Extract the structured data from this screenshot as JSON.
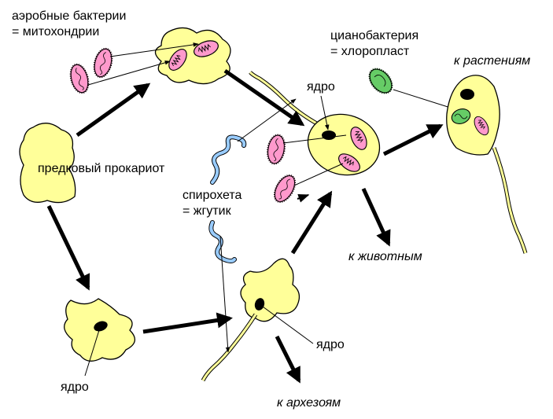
{
  "labels": {
    "aerobic_line1": "аэробные бактерии",
    "aerobic_line2": "= митохондрии",
    "cyano_line1": "цианобактерия",
    "cyano_line2": "= хлоропласт",
    "to_plants": "к растениям",
    "nucleus_top": "ядро",
    "ancestral": "предковый прокариот",
    "spiro_line1": "спирохета",
    "spiro_line2": "= жгутик",
    "to_animals": "к животным",
    "nucleus_mid": "ядро",
    "nucleus_bottom": "ядро",
    "to_archezoa": "к архезоям"
  },
  "colors": {
    "cell_fill": "#ffff99",
    "mito_fill": "#ff99cc",
    "chloro_fill": "#66cc66",
    "spiro_fill": "#99ccff",
    "outline": "#000000"
  },
  "icons": [
    "mitochondrion-icon",
    "chloroplast-icon",
    "spirochete-icon",
    "nucleus-icon",
    "flagellum-icon"
  ]
}
